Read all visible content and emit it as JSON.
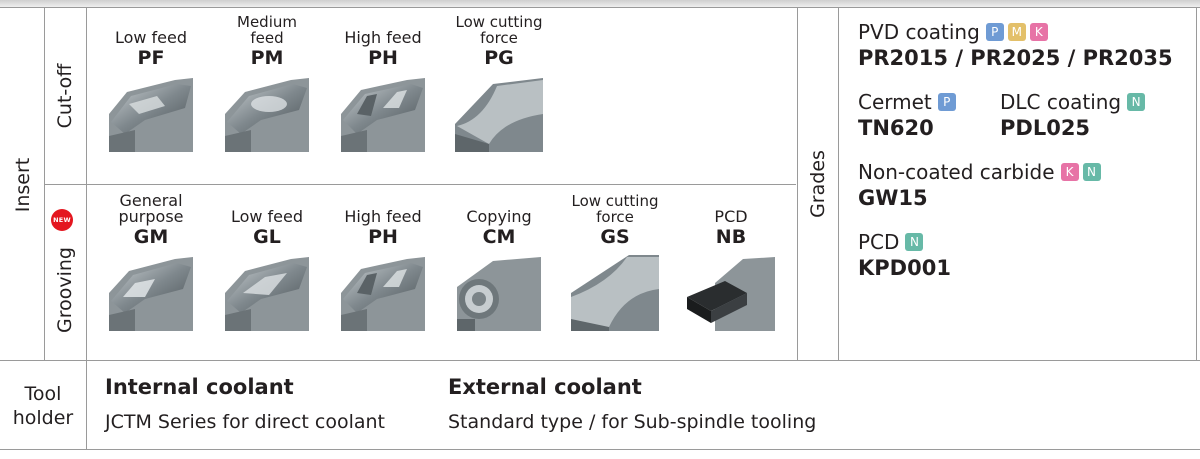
{
  "labels": {
    "insert": "Insert",
    "cut_off": "Cut-off",
    "grooving": "Grooving",
    "new_badge": "NEW",
    "grades": "Grades",
    "tool_holder_line1": "Tool",
    "tool_holder_line2": "holder"
  },
  "cutoff_inserts": [
    {
      "desc": "Low feed",
      "code": "PF"
    },
    {
      "desc": "Medium feed",
      "code": "PM"
    },
    {
      "desc": "High feed",
      "code": "PH"
    },
    {
      "desc_line1": "Low cutting",
      "desc_line2": "force",
      "code": "PG"
    }
  ],
  "grooving_inserts": [
    {
      "desc_line1": "General",
      "desc_line2": "purpose",
      "code": "GM"
    },
    {
      "desc": "Low feed",
      "code": "GL"
    },
    {
      "desc": "High feed",
      "code": "PH"
    },
    {
      "desc": "Copying",
      "code": "CM"
    },
    {
      "desc_line1": "Low cutting",
      "desc_line2": "force",
      "code": "GS"
    },
    {
      "desc": "PCD",
      "code": "NB"
    }
  ],
  "grades": {
    "pvd": {
      "label": "PVD coating",
      "tags": [
        "P",
        "M",
        "K"
      ],
      "value": "PR2015 / PR2025 / PR2035"
    },
    "cermet": {
      "label": "Cermet",
      "tags": [
        "P"
      ],
      "value": "TN620"
    },
    "dlc": {
      "label": "DLC coating",
      "tags": [
        "N"
      ],
      "value": "PDL025"
    },
    "noncoated": {
      "label": "Non-coated carbide",
      "tags": [
        "K",
        "N"
      ],
      "value": "GW15"
    },
    "pcd": {
      "label": "PCD",
      "tags": [
        "N"
      ],
      "value": "KPD001"
    }
  },
  "tag_colors": {
    "P": "#6f9bd4",
    "M": "#e3c06a",
    "K": "#e773a6",
    "N": "#67b9a7"
  },
  "tool_holder": {
    "internal": {
      "title": "Internal coolant",
      "desc": "JCTM Series for direct coolant"
    },
    "external": {
      "title": "External coolant",
      "desc": "Standard type / for Sub-spindle tooling"
    }
  }
}
